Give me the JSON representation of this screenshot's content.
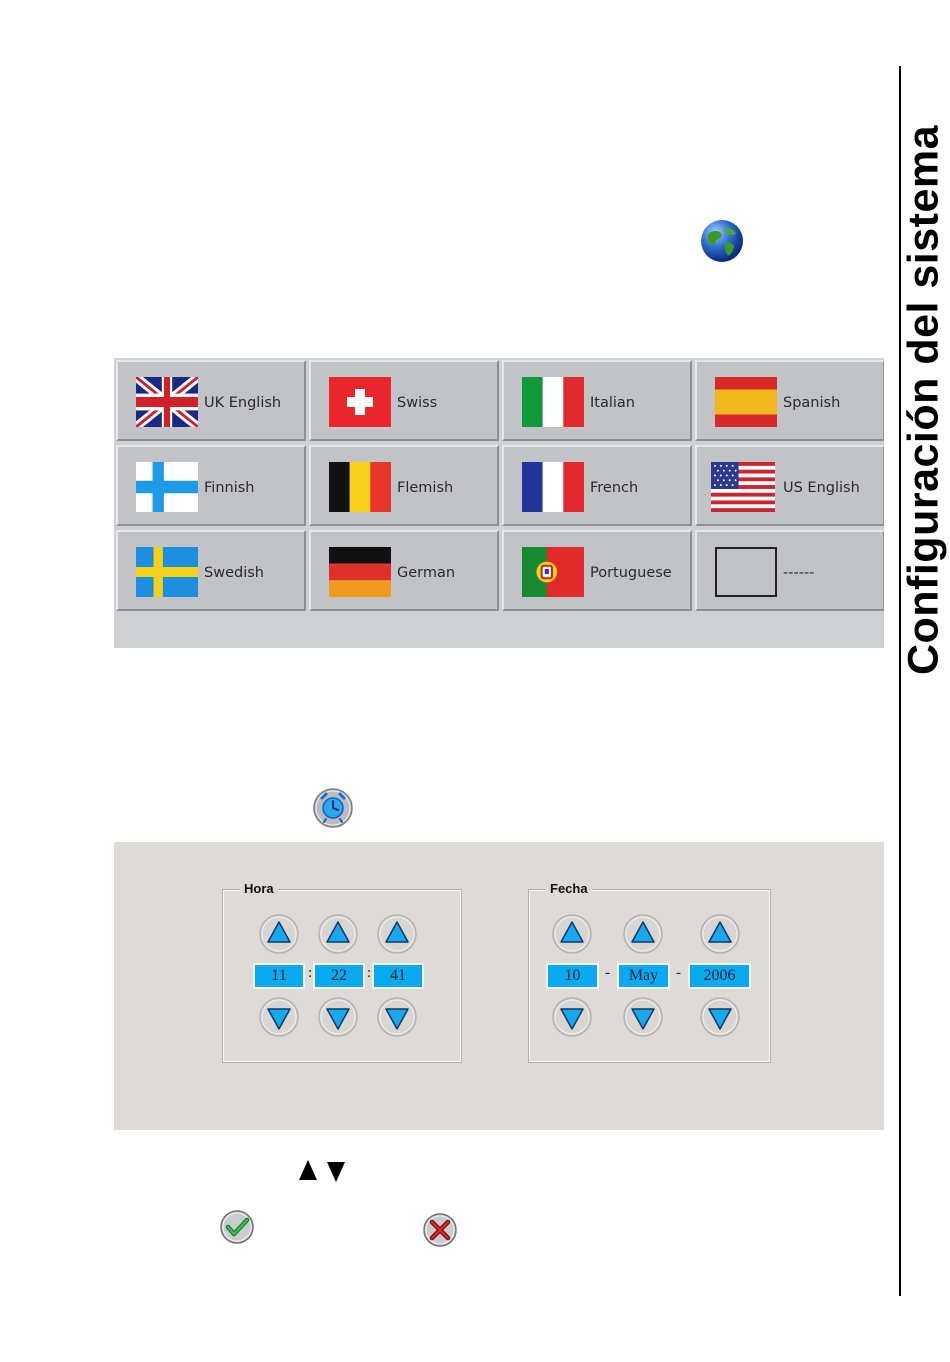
{
  "side_title": "Configuración del sistema",
  "icons": {
    "globe": "globe-icon",
    "clock": "clock-icon",
    "arrows": "up-down-arrows-icon",
    "confirm": "checkmark-icon",
    "cancel": "cancel-x-icon"
  },
  "languages": [
    {
      "label": "UK English",
      "flag": "uk"
    },
    {
      "label": "Swiss",
      "flag": "swiss"
    },
    {
      "label": "Italian",
      "flag": "italian"
    },
    {
      "label": "Spanish",
      "flag": "spanish"
    },
    {
      "label": "Finnish",
      "flag": "finnish"
    },
    {
      "label": "Flemish",
      "flag": "flemish"
    },
    {
      "label": "French",
      "flag": "french"
    },
    {
      "label": "US English",
      "flag": "us"
    },
    {
      "label": "Swedish",
      "flag": "swedish"
    },
    {
      "label": "German",
      "flag": "german"
    },
    {
      "label": "Portuguese",
      "flag": "portuguese"
    },
    {
      "label": "------",
      "flag": "empty"
    }
  ],
  "time": {
    "title": "Hora",
    "hour": "11",
    "minute": "22",
    "second": "41",
    "separator": ":"
  },
  "date": {
    "title": "Fecha",
    "day": "10",
    "month": "May",
    "year": "2006",
    "separator": "-"
  },
  "colors": {
    "field_bg": "#0aaaf0",
    "arrow_fill": "#18a8f0",
    "panel_bg": "#dddad7",
    "lang_button_bg": "#c2c3c7"
  }
}
